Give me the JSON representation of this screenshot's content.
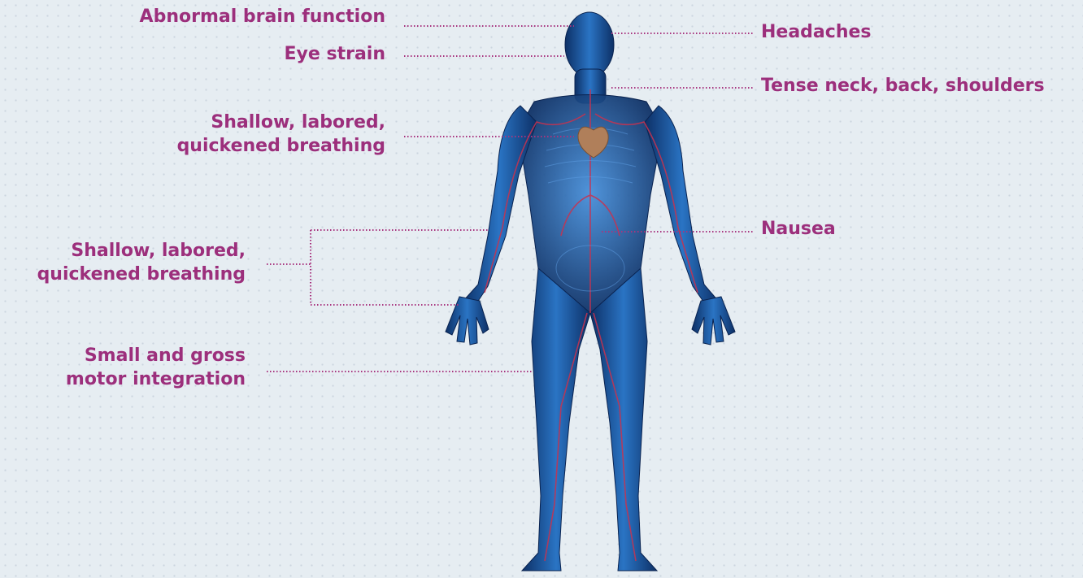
{
  "colors": {
    "background": "#e6edf2",
    "label_text": "#9c2f7c",
    "leader_line": "#a8347f",
    "body_blue": "#1d5fb0",
    "vessels": "#c8324f",
    "heart": "#b07f5a"
  },
  "figure": {
    "icon": "human-anatomy-icon",
    "heart_icon": "heart-icon"
  },
  "labels": {
    "abnormal_brain": "Abnormal brain function",
    "eye_strain": "Eye strain",
    "breathing_upper": "Shallow, labored,\nquickened breathing",
    "breathing_lower": "Shallow, labored,\nquickened breathing",
    "motor": "Small and gross\nmotor integration",
    "headaches": "Headaches",
    "tense_neck": "Tense neck, back, shoulders",
    "nausea": "Nausea"
  }
}
